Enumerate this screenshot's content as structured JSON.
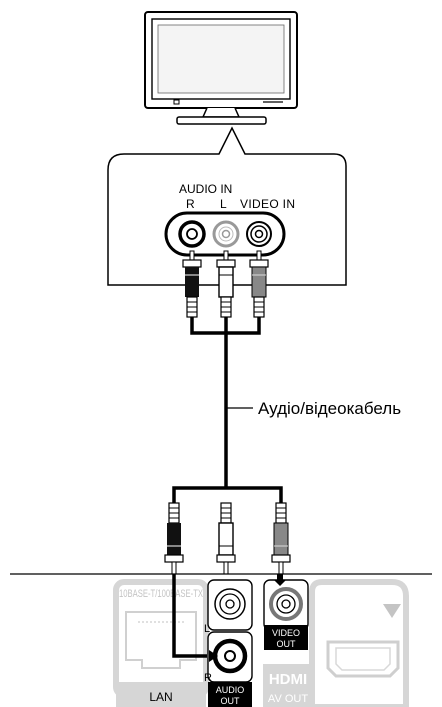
{
  "tv_panel": {
    "audio_in": "AUDIO IN",
    "r": "R",
    "l": "L",
    "video_in": "VIDEO IN"
  },
  "cable_label": "Аудіо/відеокабель",
  "player_panel": {
    "lan_spec": "10BASE-T/100BASE-TX",
    "lan": "LAN",
    "l": "L",
    "r": "R",
    "video_out_line1": "VIDEO",
    "video_out_line2": "OUT",
    "audio_out_line1": "AUDIO",
    "audio_out_line2": "OUT",
    "hdmi_logo": "HDMI",
    "av_out": "AV OUT"
  }
}
